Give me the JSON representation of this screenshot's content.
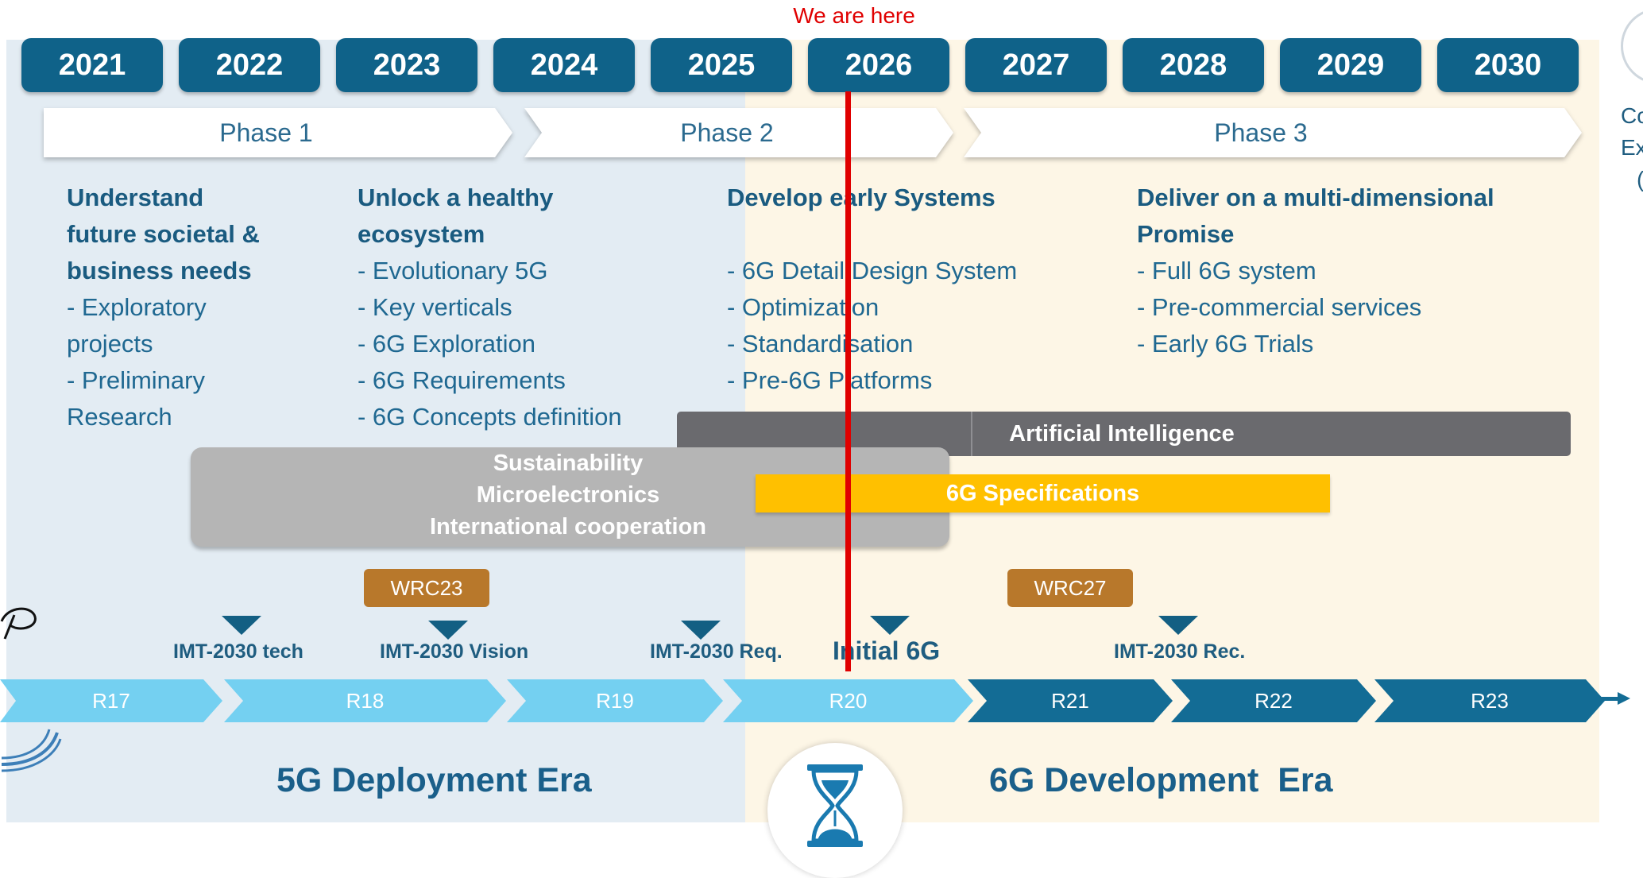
{
  "marker": {
    "label": "We are here",
    "color": "#e00000"
  },
  "years": [
    "2021",
    "2022",
    "2023",
    "2024",
    "2025",
    "2026",
    "2027",
    "2028",
    "2029",
    "2030"
  ],
  "phases": [
    "Phase 1",
    "Phase 2",
    "Phase 3"
  ],
  "columns": [
    {
      "heading": [
        "Understand",
        "future societal &",
        "business needs"
      ],
      "items": [
        "- Exploratory",
        "projects",
        "- Preliminary",
        "Research"
      ]
    },
    {
      "heading": [
        "Unlock a healthy",
        "ecosystem"
      ],
      "items": [
        "- Evolutionary 5G",
        "- Key verticals",
        "- 6G Exploration",
        "- 6G Requirements",
        "- 6G Concepts definition"
      ]
    },
    {
      "heading": [
        "Develop early Systems",
        ""
      ],
      "items": [
        "- 6G Detail Design System",
        "- Optimization",
        "- Standardisation",
        "- Pre-6G Platforms"
      ]
    },
    {
      "heading": [
        "Deliver on a multi-dimensional",
        "Promise"
      ],
      "items": [
        "- Full 6G system",
        "- Pre-commercial services",
        "- Early 6G Trials"
      ]
    }
  ],
  "bars": {
    "ai": "Artificial Intelligence",
    "cross_cutting": [
      "Sustainability",
      "Microelectronics",
      "International cooperation"
    ],
    "specs": "6G Specifications"
  },
  "wrc": [
    "WRC23",
    "WRC27"
  ],
  "milestones": [
    "IMT-2030 tech",
    "IMT-2030 Vision",
    "IMT-2030 Req.",
    "Initial 6G",
    "IMT-2030 Rec."
  ],
  "releases": [
    "R17",
    "R18",
    "R19",
    "R20",
    "R21",
    "R22",
    "R23"
  ],
  "eras": [
    "5G Deployment Era",
    "6G Development  Era"
  ],
  "edge_text": [
    "Co",
    "Ex",
    "("
  ],
  "colors": {
    "year_box": "#0f6289",
    "left_background": "#e3ecf3",
    "right_background": "#fdf6e6",
    "ai_bar": "#6a6a6e",
    "cross_cutting_box": "#b5b5b5",
    "specs_bar": "#ffc000",
    "wrc_box": "#b8782b",
    "release_light": "#74d0f1",
    "release_dark": "#136c95"
  }
}
